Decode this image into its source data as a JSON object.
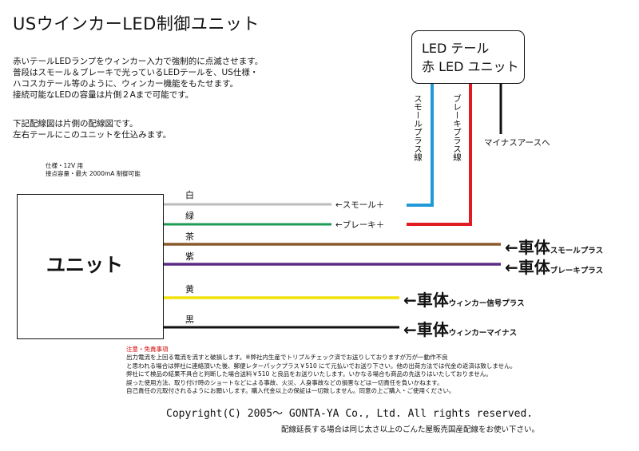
{
  "title": "USウインカーLED制御ユニット",
  "description": [
    "赤いテールLEDランプをウィンカー入力で強制的に点滅させます。",
    "普段はスモール＆ブレーキで光っているLEDテールを、US仕様・",
    "ハコスカテール等のように、ウィンカー機能をもたせます。",
    "接続可能なLEDの容量は片側２Aまで可能です。"
  ],
  "description2": [
    "下記配線図は片側の配線図です。",
    "左右テールにこのユニットを仕込みます。"
  ],
  "spec": [
    "仕様・12V 用",
    "接点容量・最大 2000mA 制御可能"
  ],
  "unit_label": "ユニット",
  "led_unit": [
    "LED テール",
    "赤 LED ユニット"
  ],
  "vertical_labels": {
    "small_plus_line": "スモールプラス線",
    "brake_plus_line": "ブレーキプラス線",
    "minus_earth": "マイナスアースへ"
  },
  "wires": [
    {
      "color_label": "白",
      "color": "#bbbbbb",
      "end_label": "←スモール＋",
      "branch_color": "#1f9ad6"
    },
    {
      "color_label": "緑",
      "color": "#1e9a55",
      "end_label": "←ブレーキ＋",
      "branch_color": "#e01b22"
    },
    {
      "color_label": "茶",
      "color": "#8b5a2b",
      "car_main": "←車体",
      "car_sub": "スモールプラス"
    },
    {
      "color_label": "紫",
      "color": "#5a2a86",
      "car_main": "←車体",
      "car_sub": "ブレーキプラス"
    },
    {
      "color_label": "黄",
      "color": "#f2e20a",
      "car_main": "←車体",
      "car_sub": "ウィンカー信号プラス"
    },
    {
      "color_label": "黒",
      "color": "#111111",
      "car_main": "←車体",
      "car_sub": "ウィンカーマイナス"
    }
  ],
  "notice_title": "注意・免責事項",
  "notice": [
    "出力電流を上回る電流を流すと破損します。※弊社内生産でトリプルチェック済でお送りしておりますが万が一動作不良",
    "と思われる場合は弊社に連絡頂いた後、郵便レターパックプラス￥510 にて元払いでお送り下さい。他の出荷方法では代金の返済は致しません。",
    "弊社にて検品の結果不具合と判断した場合送料￥510 と良品をお送りいたします。いかなる場合も商品の先送りはいたしておりません。",
    "誤った使用方法、取り付け時のショートなどによる事故、火災、人身事故などの損害などは一切責任を負いかねます。",
    "自己責任の元取付されるようにお願いします。購入代金以上の保証は一切致しません。同意の上ご購入・ご使用ください。"
  ],
  "copyright": "Copyright(C)  2005～  GONTA-YA Co., Ltd.  All rights reserved.",
  "footer": "配線延長する場合は同じ太さ以上のごんた屋販売国産配線をお使い下さい。"
}
